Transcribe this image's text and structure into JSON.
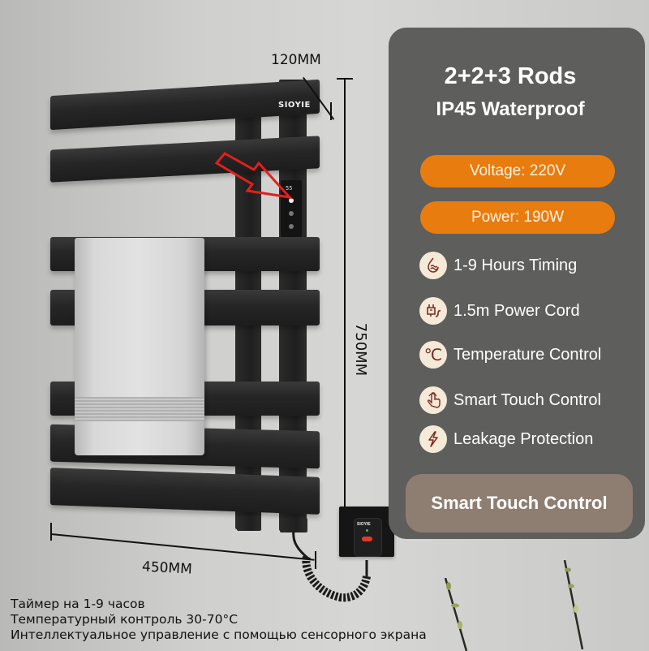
{
  "product": {
    "brand": "SIOYIE",
    "display_reading": "55",
    "remote_brand": "SIOYIE"
  },
  "dimensions": {
    "depth": "120MM",
    "height": "750MM",
    "width": "450MM"
  },
  "info_panel": {
    "title": "2+2+3 Rods",
    "subtitle": "IP45 Waterproof",
    "specs": [
      {
        "label": "Voltage: 220V"
      },
      {
        "label": "Power: 190W"
      }
    ],
    "features": [
      {
        "icon": "water-wave-icon",
        "label": "1-9 Hours Timing"
      },
      {
        "icon": "power-plug-icon",
        "label": "1.5m Power Cord"
      },
      {
        "icon": "celsius-icon",
        "label": "Temperature Control"
      },
      {
        "icon": "touch-hand-icon",
        "label": "Smart Touch Control"
      },
      {
        "icon": "lightning-icon",
        "label": "Leakage Protection"
      }
    ],
    "highlight": "Smart Touch Control"
  },
  "colors": {
    "panel_bg": "#5e5e5c",
    "spec_pill": "#e97c0f",
    "icon_bg": "#f5ead8",
    "icon_stroke": "#7a2a22",
    "highlight_bg": "#8e7e71",
    "radiator": "#242424"
  },
  "russian_text": [
    "Таймер на 1-9 часов",
    "Температурный контроль 30-70°C",
    "Интеллектуальное управление с помощью сенсорного экрана"
  ]
}
